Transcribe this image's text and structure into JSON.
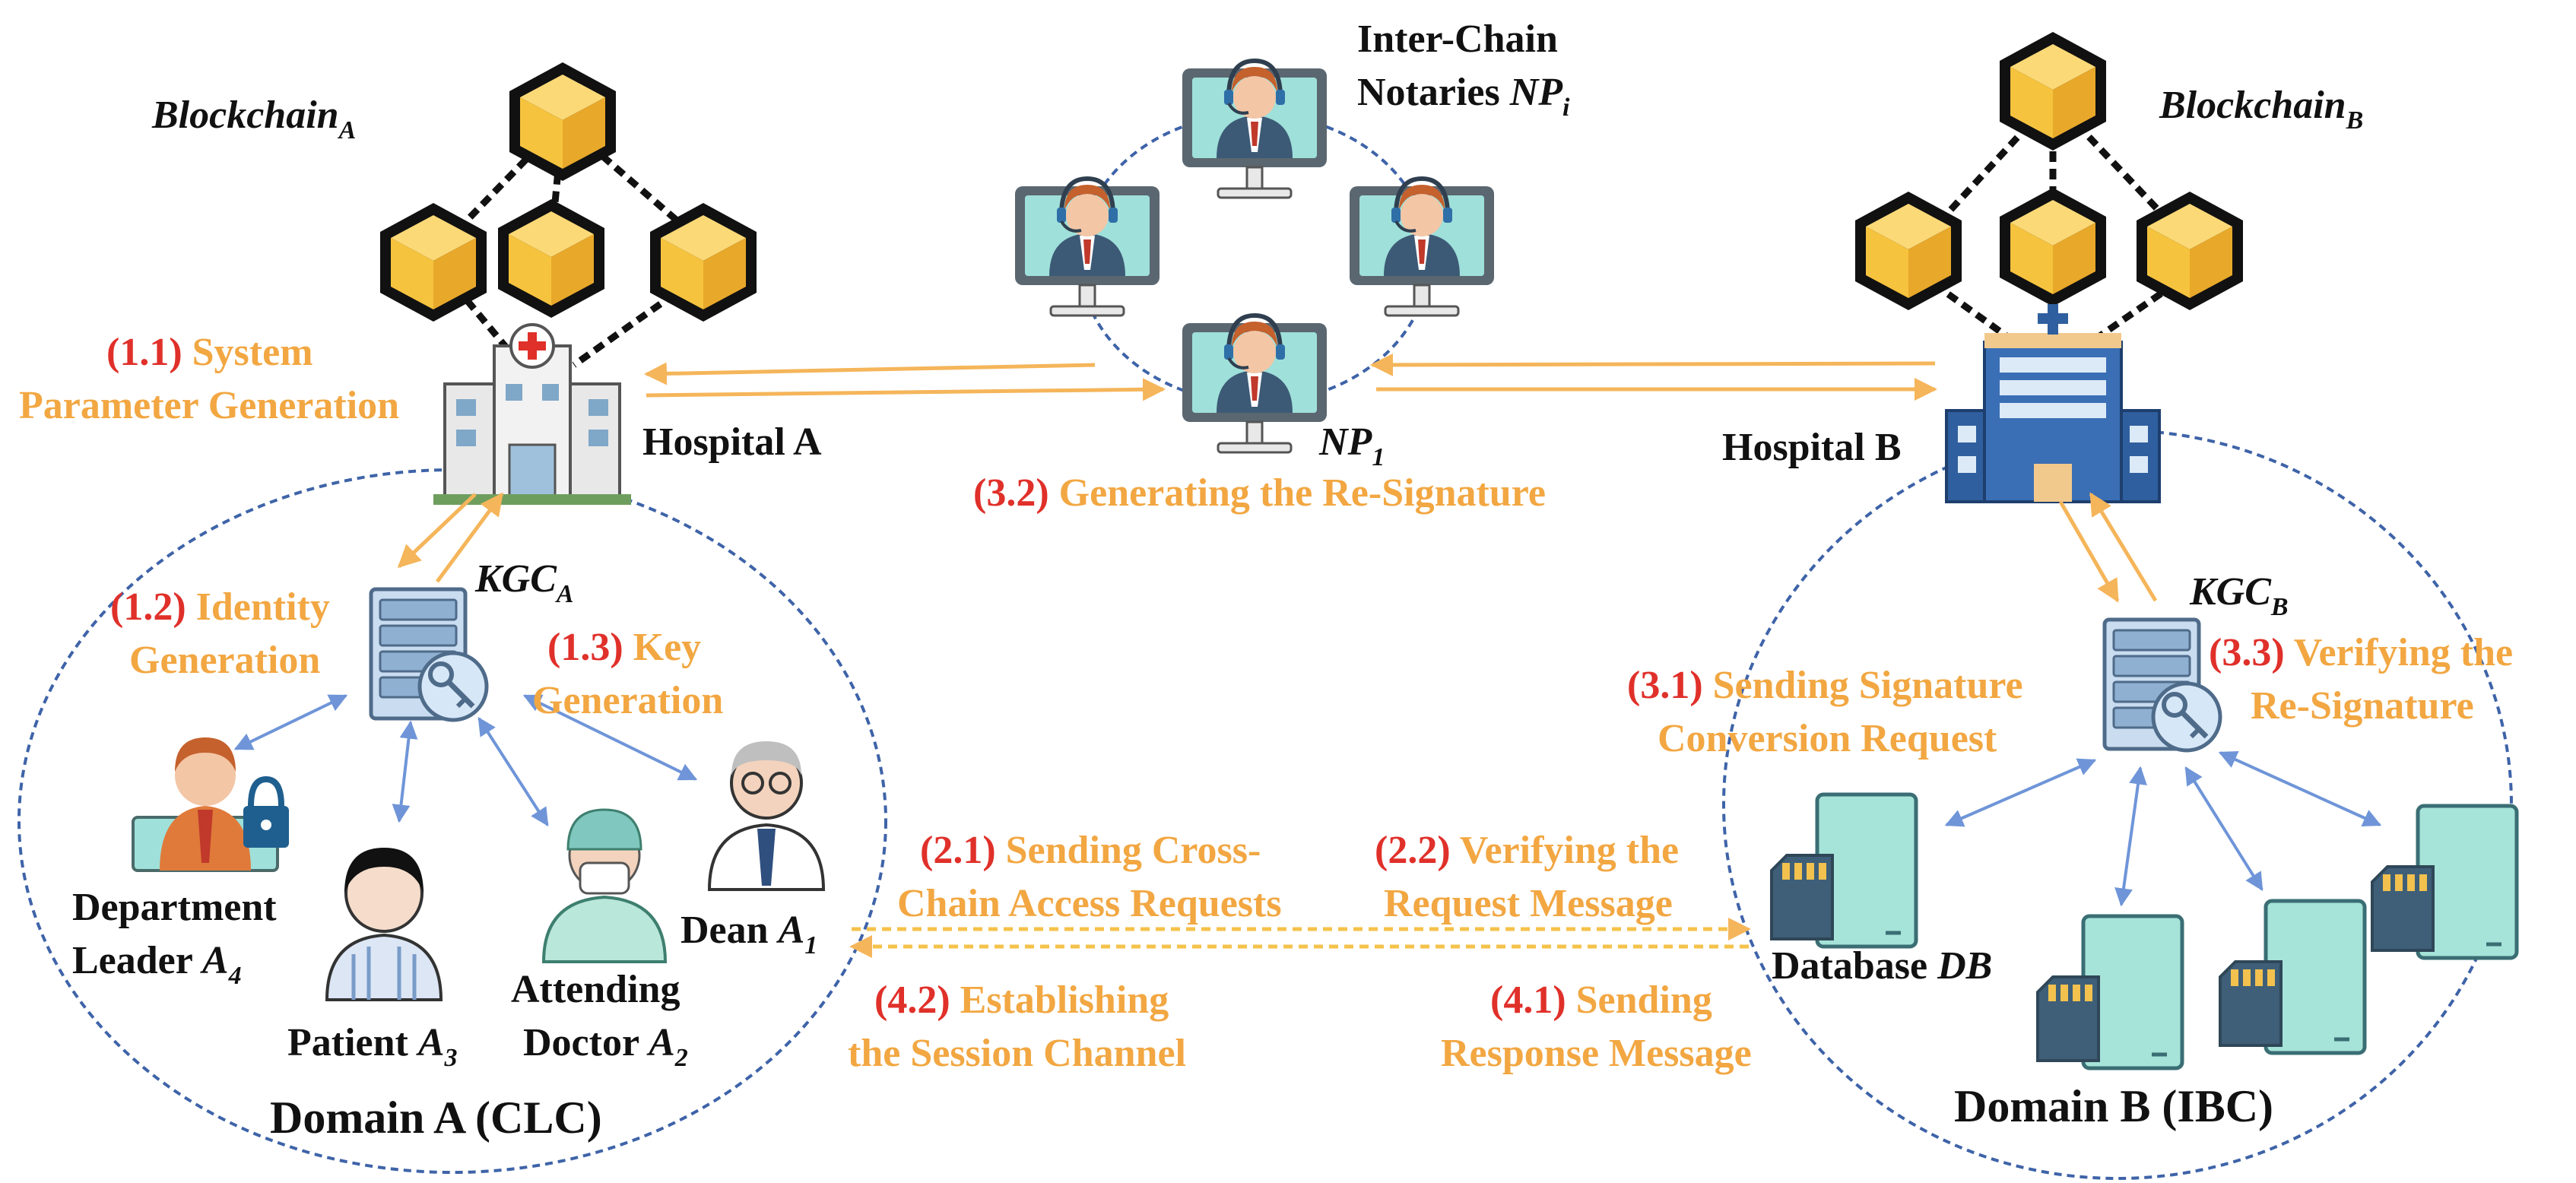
{
  "colors": {
    "step_number": "#E0302A",
    "step_text": "#F2A742",
    "arrow_orange": "#F5B55A",
    "arrow_blue": "#6F95D8",
    "domain_border": "#3E63A8",
    "block_fill": "#F6C33E",
    "server_fill": "#C9DCF0",
    "db_fill": "#A6E3D8"
  },
  "icons": [
    "blockchain-block-icon",
    "hospital-icon",
    "notary-agent-icon",
    "server-key-icon",
    "department-leader-icon",
    "patient-icon",
    "doctor-icon",
    "dean-icon",
    "database-icon"
  ],
  "labels": {
    "blockchain_a_main": "Blockchain",
    "blockchain_a_sub": "A",
    "blockchain_b_main": "Blockchain",
    "blockchain_b_sub": "B",
    "hospital_a": "Hospital A",
    "hospital_b": "Hospital B",
    "notaries_line1": "Inter-Chain",
    "notaries_line2": "Notaries ",
    "notaries_np": "NP",
    "notaries_sub": "i",
    "np1_main": "NP",
    "np1_sub": "1",
    "kgc_a_main": "KGC",
    "kgc_a_sub": "A",
    "kgc_b_main": "KGC",
    "kgc_b_sub": "B",
    "dept_line1": "Department",
    "dept_line2": "Leader ",
    "dept_var": "A",
    "dept_sub": "4",
    "patient": "Patient ",
    "patient_var": "A",
    "patient_sub": "3",
    "attending_line1": "Attending",
    "attending_line2": "Doctor ",
    "attending_var": "A",
    "attending_sub": "2",
    "dean": "Dean ",
    "dean_var": "A",
    "dean_sub": "1",
    "database": "Database ",
    "database_var": "DB",
    "domain_a": "Domain A (CLC)",
    "domain_b": "Domain B (IBC)"
  },
  "steps": {
    "s11_num": "(1.1)",
    "s11_l1": " System",
    "s11_l2": "Parameter Generation",
    "s12_num": "(1.2)",
    "s12_l1": " Identity",
    "s12_l2": "Generation",
    "s13_num": "(1.3)",
    "s13_l1": " Key",
    "s13_l2": "Generation",
    "s21_num": "(2.1)",
    "s21_l1": " Sending Cross-",
    "s21_l2": "Chain Access Requests",
    "s22_num": "(2.2)",
    "s22_l1": " Verifying the",
    "s22_l2": "Request Message",
    "s31_num": "(3.1)",
    "s31_l1": " Sending Signature",
    "s31_l2": "Conversion Request",
    "s32_num": "(3.2)",
    "s32_l1": " Generating the Re-Signature",
    "s33_num": "(3.3)",
    "s33_l1": " Verifying the",
    "s33_l2": "Re-Signature",
    "s41_num": "(4.1)",
    "s41_l1": " Sending",
    "s41_l2": "Response Message",
    "s42_num": "(4.2)",
    "s42_l1": " Establishing",
    "s42_l2": "the Session Channel"
  }
}
